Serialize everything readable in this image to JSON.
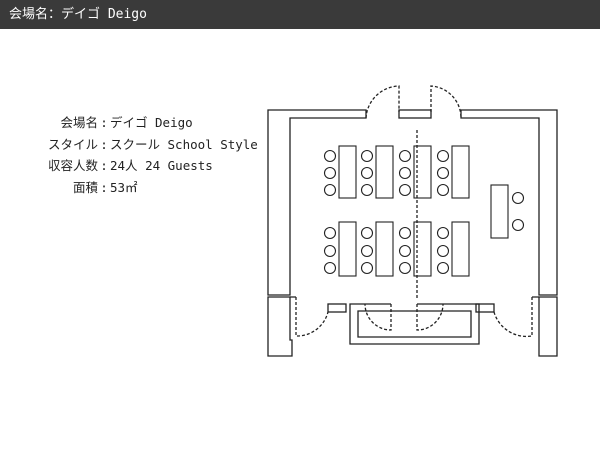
{
  "header": {
    "title": "会場名：デイゴ Deigo"
  },
  "info": {
    "separator": ":",
    "rows": [
      {
        "label": "会場名",
        "value": "デイゴ Deigo"
      },
      {
        "label": "スタイル",
        "value": "スクール School Style"
      },
      {
        "label": "収容人数",
        "value": "24人 24 Guests"
      },
      {
        "label": "面積",
        "value": "53㎡"
      }
    ]
  },
  "floor_plan": {
    "style": "school",
    "seat_blocks": 8,
    "seats_per_block": 3,
    "total_seats": 24,
    "podium_seats": 2,
    "line_color": "#222222"
  }
}
